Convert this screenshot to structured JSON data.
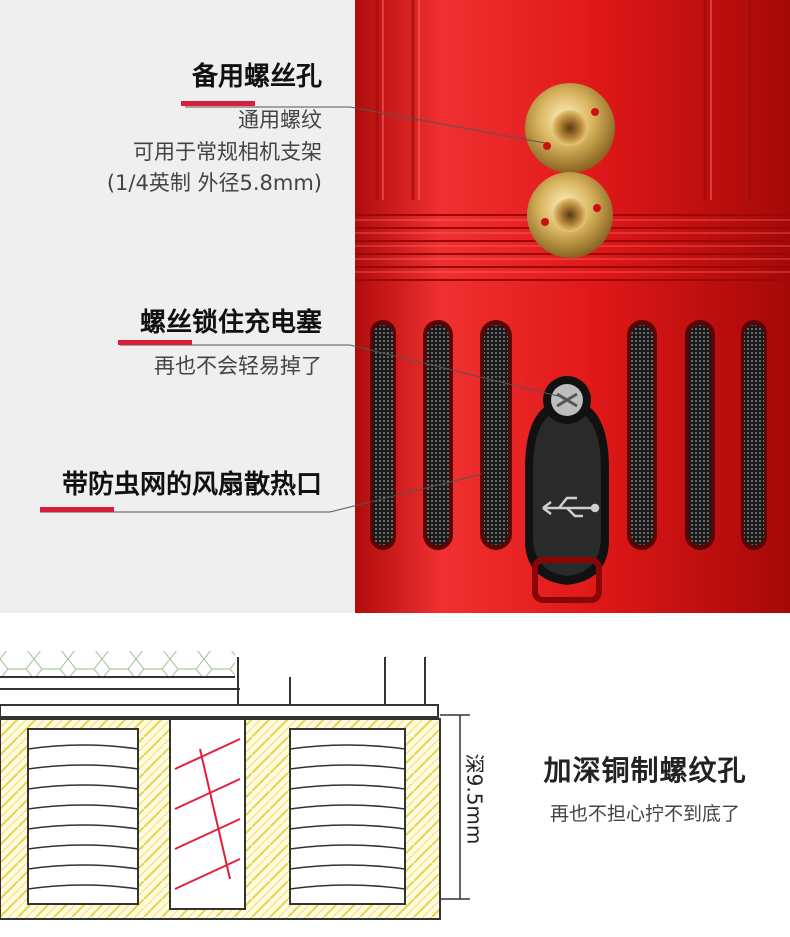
{
  "features": [
    {
      "title": "备用螺丝孔",
      "lines": [
        "通用螺纹",
        "可用于常规相机支架",
        "(1/4英制 外径5.8mm)"
      ]
    },
    {
      "title": "螺丝锁住充电塞",
      "lines": [
        "再也不会轻易掉了"
      ]
    },
    {
      "title": "带防虫网的风扇散热口",
      "lines": []
    }
  ],
  "bottom": {
    "title": "加深铜制螺纹孔",
    "subtitle": "再也不担心拧不到底了",
    "depth_label": "深9.5mm"
  },
  "colors": {
    "accent": "#d81e3c",
    "body_red": "#e21a1a",
    "brass": "#c8a24a"
  },
  "icons": [
    "usb-icon",
    "screw-icon"
  ]
}
